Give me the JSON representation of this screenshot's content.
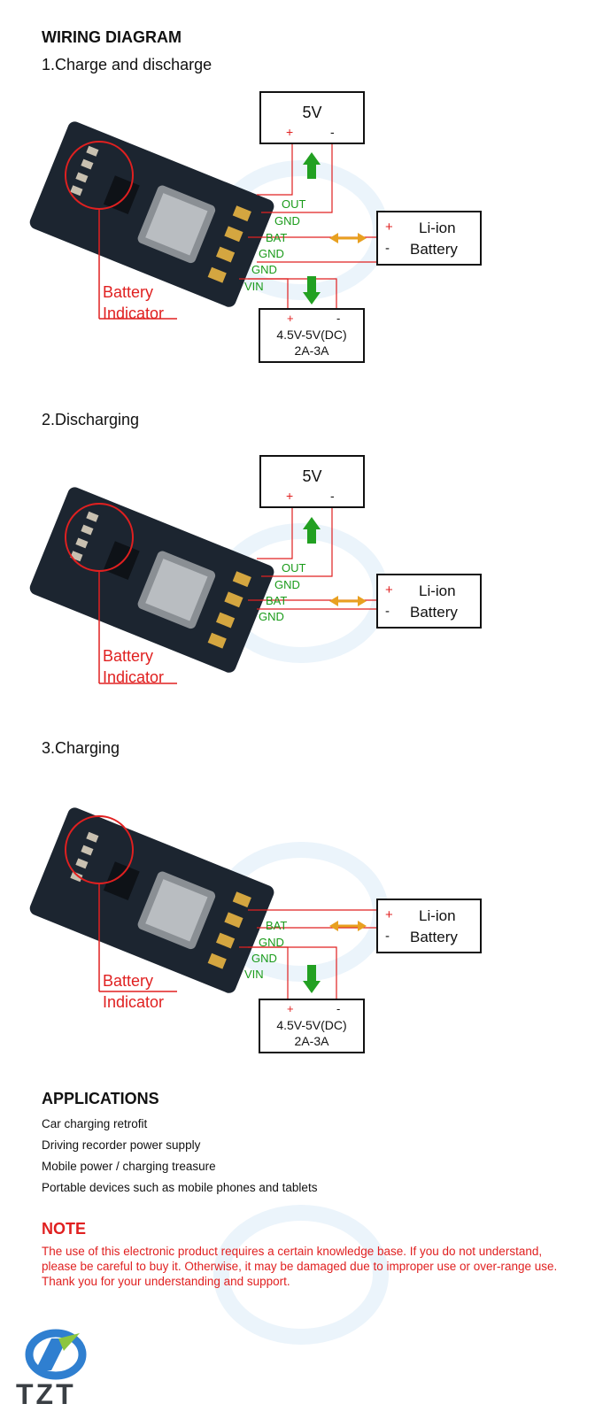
{
  "title": "WIRING DIAGRAM",
  "sections": [
    {
      "heading": "1.Charge and discharge",
      "output_box": {
        "label": "5V",
        "plus": "+",
        "minus": "-"
      },
      "battery_box": {
        "plus": "+",
        "minus": "-",
        "line1": "Li-ion",
        "line2": "Battery"
      },
      "input_box": {
        "plus": "+",
        "minus": "-",
        "line1": "4.5V-5V(DC)",
        "line2": "2A-3A"
      },
      "pins": [
        "OUT",
        "GND",
        "BAT",
        "GND",
        "GND",
        "VIN"
      ],
      "indicator": [
        "Battery",
        "Indicator"
      ]
    },
    {
      "heading": "2.Discharging",
      "output_box": {
        "label": "5V",
        "plus": "+",
        "minus": "-"
      },
      "battery_box": {
        "plus": "+",
        "minus": "-",
        "line1": "Li-ion",
        "line2": "Battery"
      },
      "pins": [
        "OUT",
        "GND",
        "BAT",
        "GND"
      ],
      "indicator": [
        "Battery",
        "Indicator"
      ]
    },
    {
      "heading": "3.Charging",
      "battery_box": {
        "plus": "+",
        "minus": "-",
        "line1": "Li-ion",
        "line2": "Battery"
      },
      "input_box": {
        "plus": "+",
        "minus": "-",
        "line1": "4.5V-5V(DC)",
        "line2": "2A-3A"
      },
      "pins": [
        "BAT",
        "GND",
        "GND",
        "VIN"
      ],
      "indicator": [
        "Battery",
        "Indicator"
      ]
    }
  ],
  "applications": {
    "title": "APPLICATIONS",
    "items": [
      "Car charging retrofit",
      "Driving recorder power supply",
      "Mobile power / charging treasure",
      "Portable devices such as mobile phones and tablets"
    ]
  },
  "note": {
    "title": "NOTE",
    "text": "The use of this electronic product requires a certain knowledge base. If you do not understand, please be careful to buy it. Otherwise, it may be damaged due to improper use or over-range use. Thank you for your understanding and support."
  },
  "logo": {
    "text": "TZT"
  },
  "colors": {
    "red": "#e02020",
    "green": "#1a9b1a",
    "orange": "#e8a020",
    "board": "#1c2530"
  }
}
